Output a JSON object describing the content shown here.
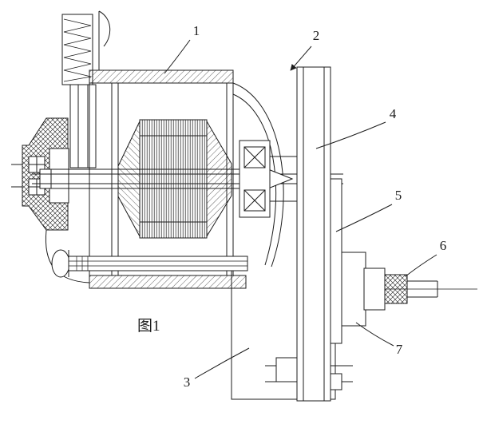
{
  "figure": {
    "caption": "图1",
    "labels": [
      {
        "id": "1"
      },
      {
        "id": "2"
      },
      {
        "id": "3"
      },
      {
        "id": "4"
      },
      {
        "id": "5"
      },
      {
        "id": "6"
      },
      {
        "id": "7"
      }
    ],
    "colors": {
      "line": "#1c1c1c",
      "background": "#ffffff"
    }
  }
}
